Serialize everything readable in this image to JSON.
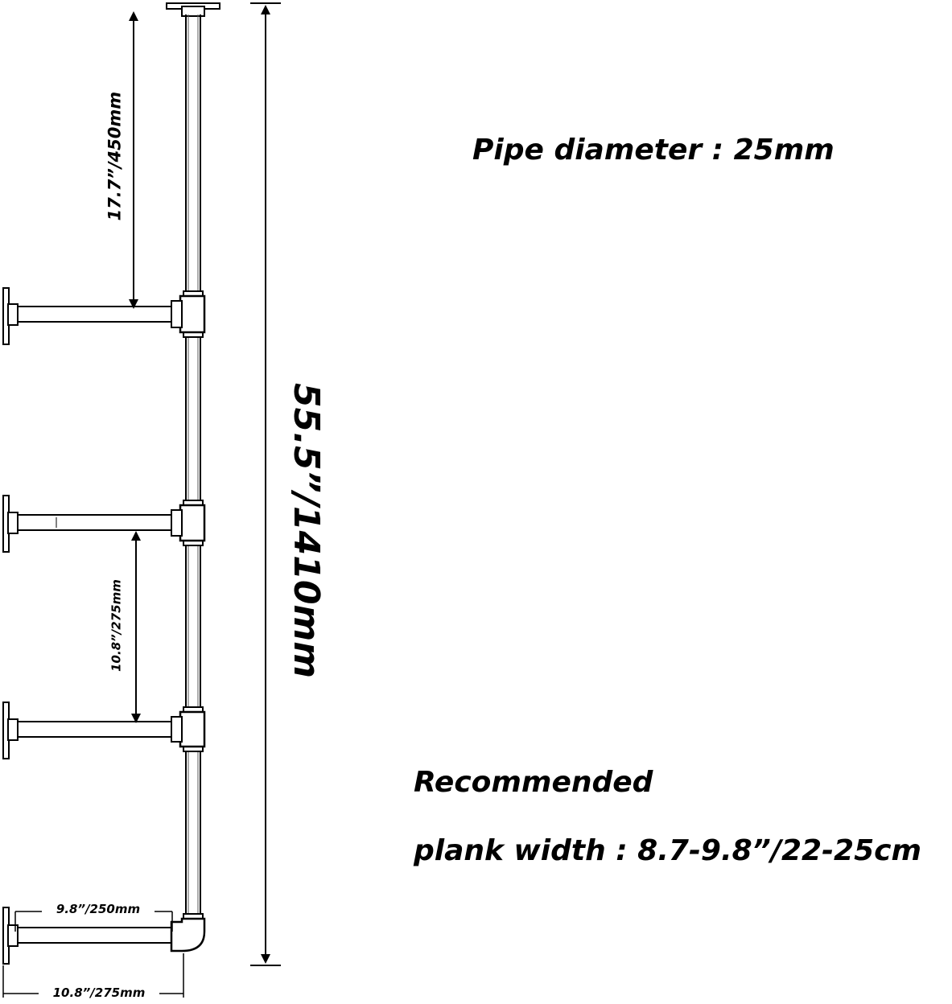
{
  "labels": {
    "pipe_diameter": "Pipe diameter : 25mm",
    "recommended_line1": "Recommended",
    "recommended_line2": "plank width  :  8.7-9.8”/22-25cm",
    "total_height": "55.5”/1410mm",
    "top_spacing": "17.7”/450mm",
    "shelf_spacing": "10.8”/275mm",
    "inner_pipe_length": "9.8”/250mm",
    "outer_depth": "10.8”/275mm"
  }
}
